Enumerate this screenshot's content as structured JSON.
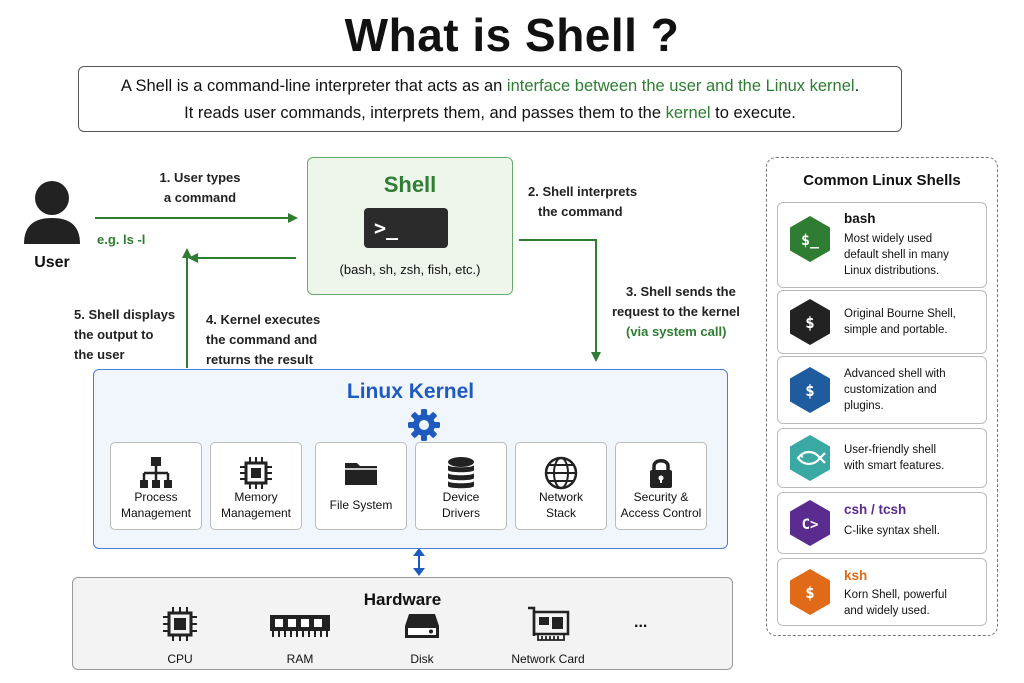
{
  "title": "What is Shell ?",
  "description": {
    "line1_pre": "A Shell is a command-line interpreter that acts as an ",
    "line1_highlight": "interface between the user and the Linux kernel",
    "line1_post": ".",
    "line2_pre": "It reads user commands, interprets them, and passes them to the ",
    "line2_highlight": "kernel",
    "line2_post": " to execute."
  },
  "user": {
    "label": "User",
    "example": "e.g. ls -l"
  },
  "steps": {
    "s1": [
      "1. User types",
      "a command"
    ],
    "s2": [
      "2. Shell interprets",
      "the command"
    ],
    "s3": [
      "3. Shell sends the",
      "request to the kernel"
    ],
    "s3_note": "(via system call)",
    "s4": [
      "4. Kernel executes",
      "the command and",
      "returns the result"
    ],
    "s5": [
      "5. Shell displays",
      "the output to",
      "the user"
    ]
  },
  "shell": {
    "title": "Shell",
    "prompt": ">_",
    "examples": "(bash, sh, zsh, fish, etc.)"
  },
  "kernel": {
    "title": "Linux Kernel",
    "components": [
      {
        "icon": "process-tree-icon",
        "label": [
          "Process",
          "Management"
        ]
      },
      {
        "icon": "chip-icon",
        "label": [
          "Memory",
          "Management"
        ]
      },
      {
        "icon": "folder-icon",
        "label": [
          "File System"
        ]
      },
      {
        "icon": "database-icon",
        "label": [
          "Device",
          "Drivers"
        ]
      },
      {
        "icon": "globe-icon",
        "label": [
          "Network",
          "Stack"
        ]
      },
      {
        "icon": "lock-icon",
        "label": [
          "Security &",
          "Access Control"
        ]
      }
    ]
  },
  "hardware": {
    "title": "Hardware",
    "items": [
      {
        "icon": "cpu-icon",
        "label": "CPU"
      },
      {
        "icon": "ram-icon",
        "label": "RAM"
      },
      {
        "icon": "disk-icon",
        "label": "Disk"
      },
      {
        "icon": "network-card-icon",
        "label": "Network Card"
      }
    ],
    "more": "..."
  },
  "common_shells": {
    "title": "Common Linux Shells",
    "items": [
      {
        "name": "bash",
        "name_color": "#111111",
        "color": "#2e7d32",
        "glyph": "$_",
        "desc": [
          "Most widely used",
          "default shell in many",
          "Linux distributions."
        ]
      },
      {
        "name": "",
        "name_color": "#111111",
        "color": "#222222",
        "glyph": "$",
        "desc": [
          "Original Bourne Shell,",
          "simple and portable."
        ]
      },
      {
        "name": "",
        "name_color": "#111111",
        "color": "#1f5b9f",
        "glyph": "$",
        "desc": [
          "Advanced shell with",
          "customization and",
          "plugins."
        ]
      },
      {
        "name": "",
        "name_color": "#111111",
        "color": "#3aa9a4",
        "glyph": "fish",
        "desc": [
          "User-friendly shell",
          "with smart features."
        ]
      },
      {
        "name": "csh / tcsh",
        "name_color": "#5b2c8f",
        "color": "#5b2c8f",
        "glyph": "C>",
        "desc": [
          "C-like syntax shell."
        ]
      },
      {
        "name": "ksh",
        "name_color": "#e06a17",
        "color": "#e06a17",
        "glyph": "$",
        "desc": [
          "Korn Shell, powerful",
          "and widely used."
        ]
      }
    ]
  }
}
